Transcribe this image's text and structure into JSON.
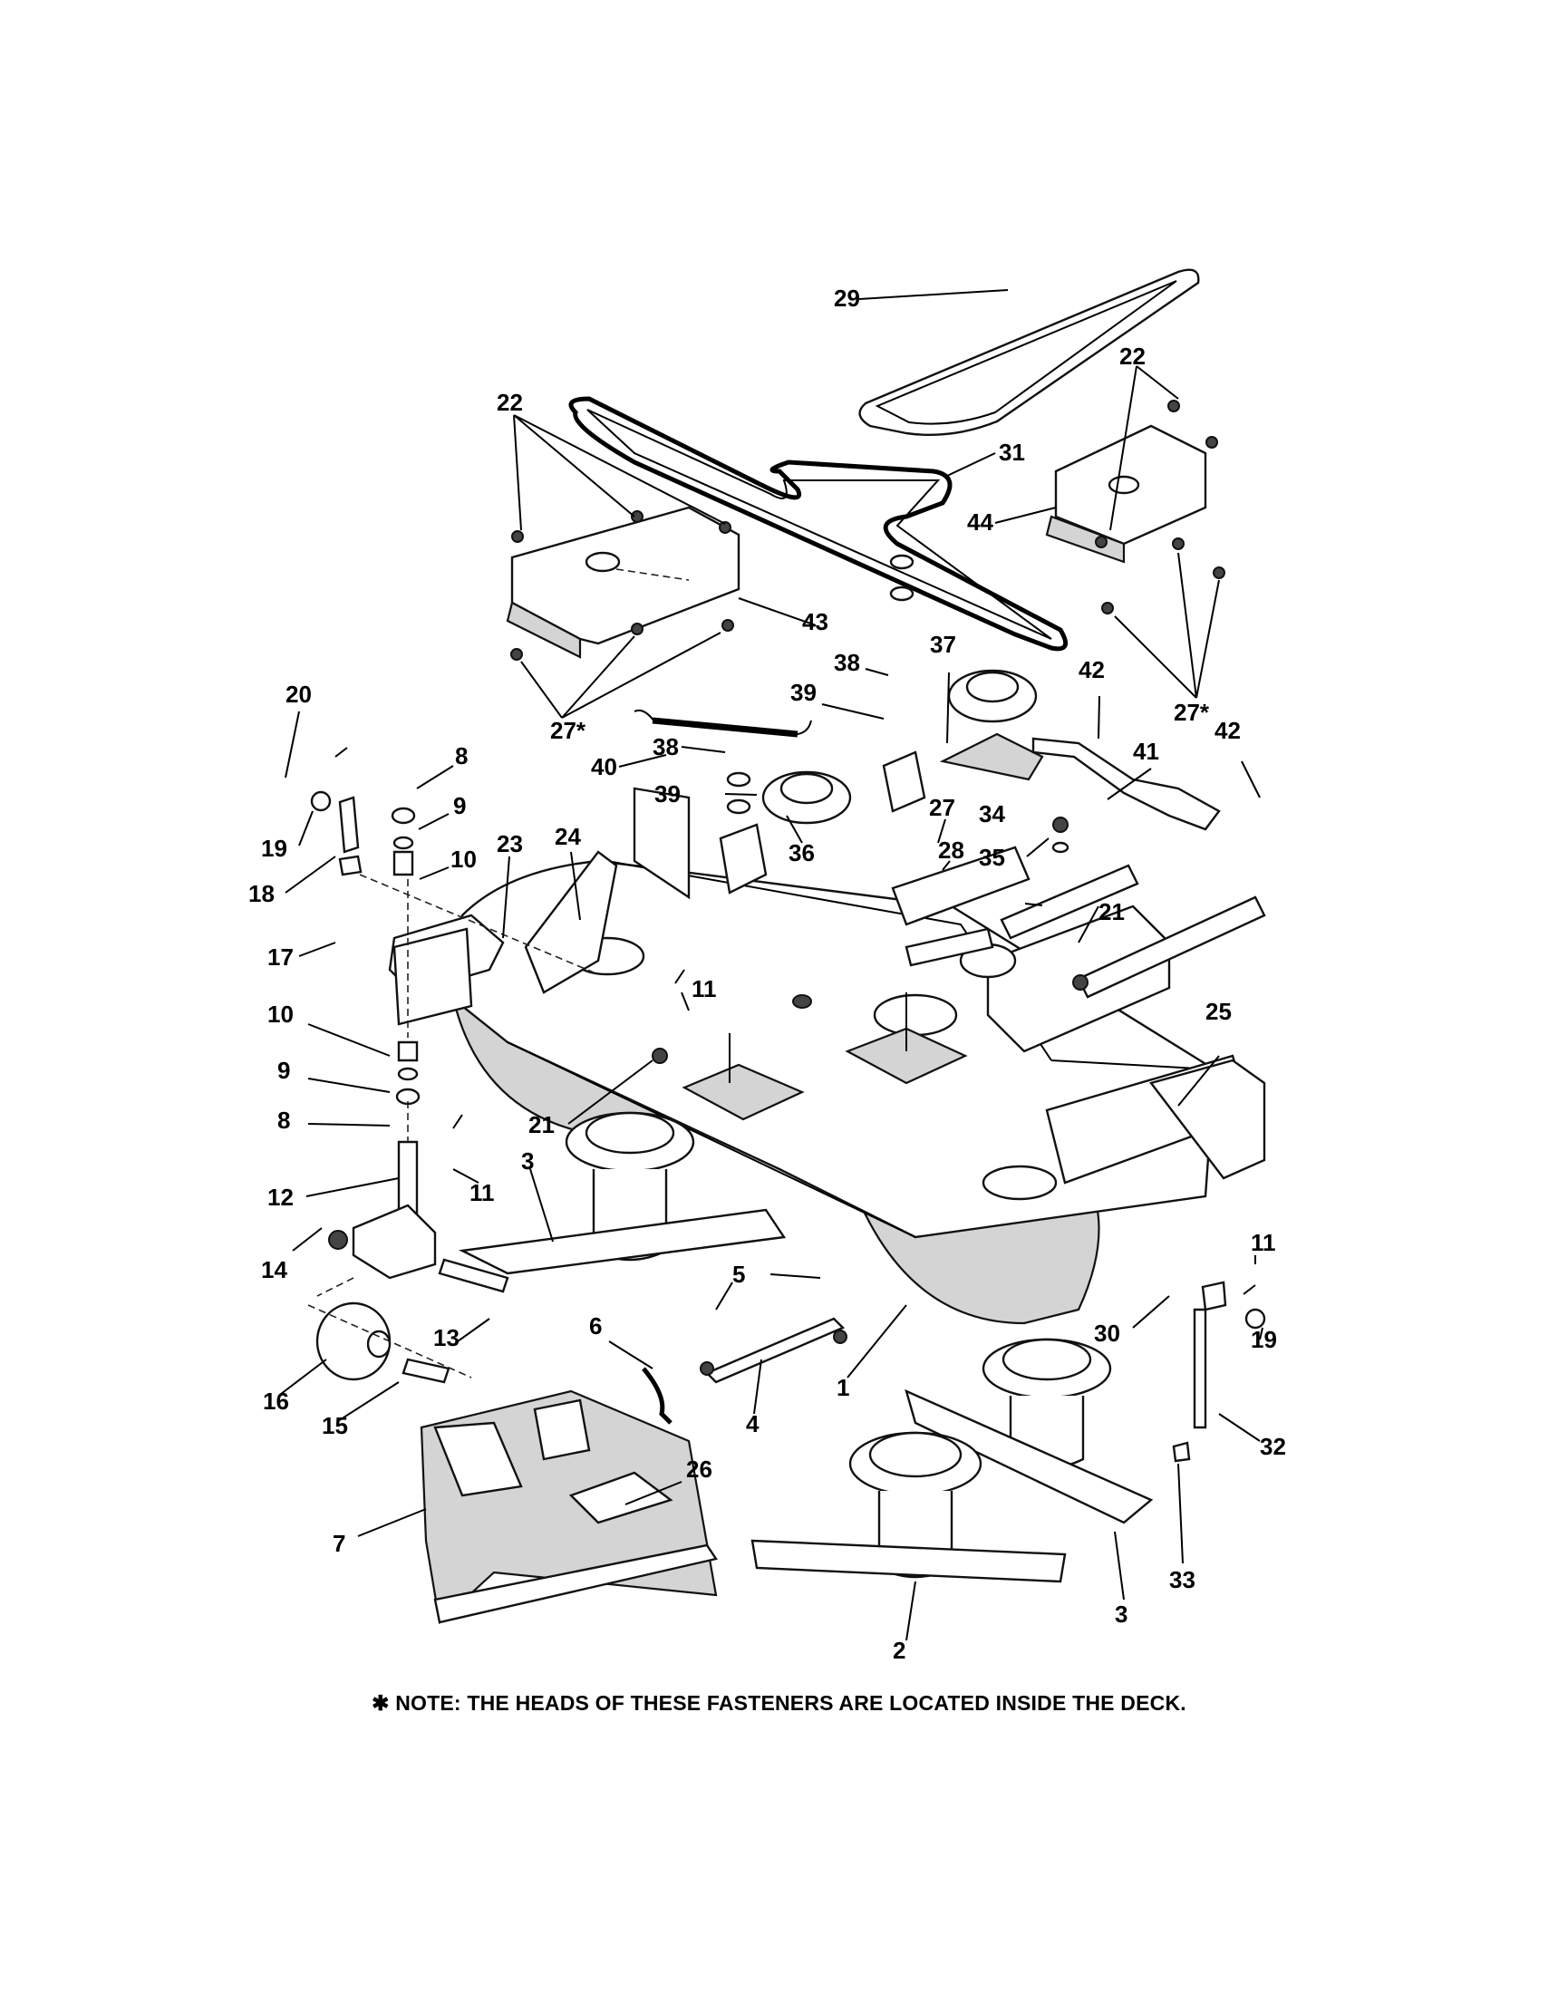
{
  "diagram": {
    "callouts": [
      "29",
      "22",
      "22",
      "31",
      "44",
      "43",
      "27*",
      "27*",
      "38",
      "37",
      "39",
      "42",
      "42",
      "41",
      "20",
      "8",
      "9",
      "10",
      "19",
      "18",
      "17",
      "23",
      "24",
      "40",
      "38",
      "39",
      "36",
      "27",
      "28",
      "34",
      "35",
      "21",
      "10",
      "9",
      "8",
      "11",
      "21",
      "25",
      "12",
      "11",
      "3",
      "14",
      "5",
      "13",
      "6",
      "16",
      "15",
      "4",
      "1",
      "11",
      "30",
      "19",
      "26",
      "7",
      "32",
      "33",
      "2",
      "3"
    ],
    "note": "NOTE: THE HEADS OF THESE FASTENERS ARE LOCATED INSIDE THE DECK.",
    "note_symbol": "✱"
  }
}
